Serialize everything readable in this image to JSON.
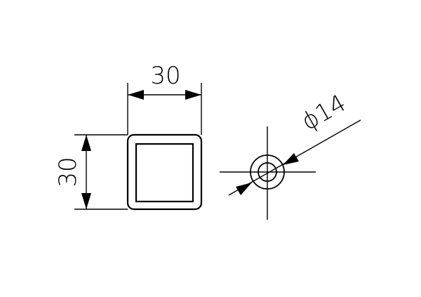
{
  "dimensions": {
    "width_label": "30",
    "height_label": "30",
    "diameter_label": "ϕ14"
  }
}
